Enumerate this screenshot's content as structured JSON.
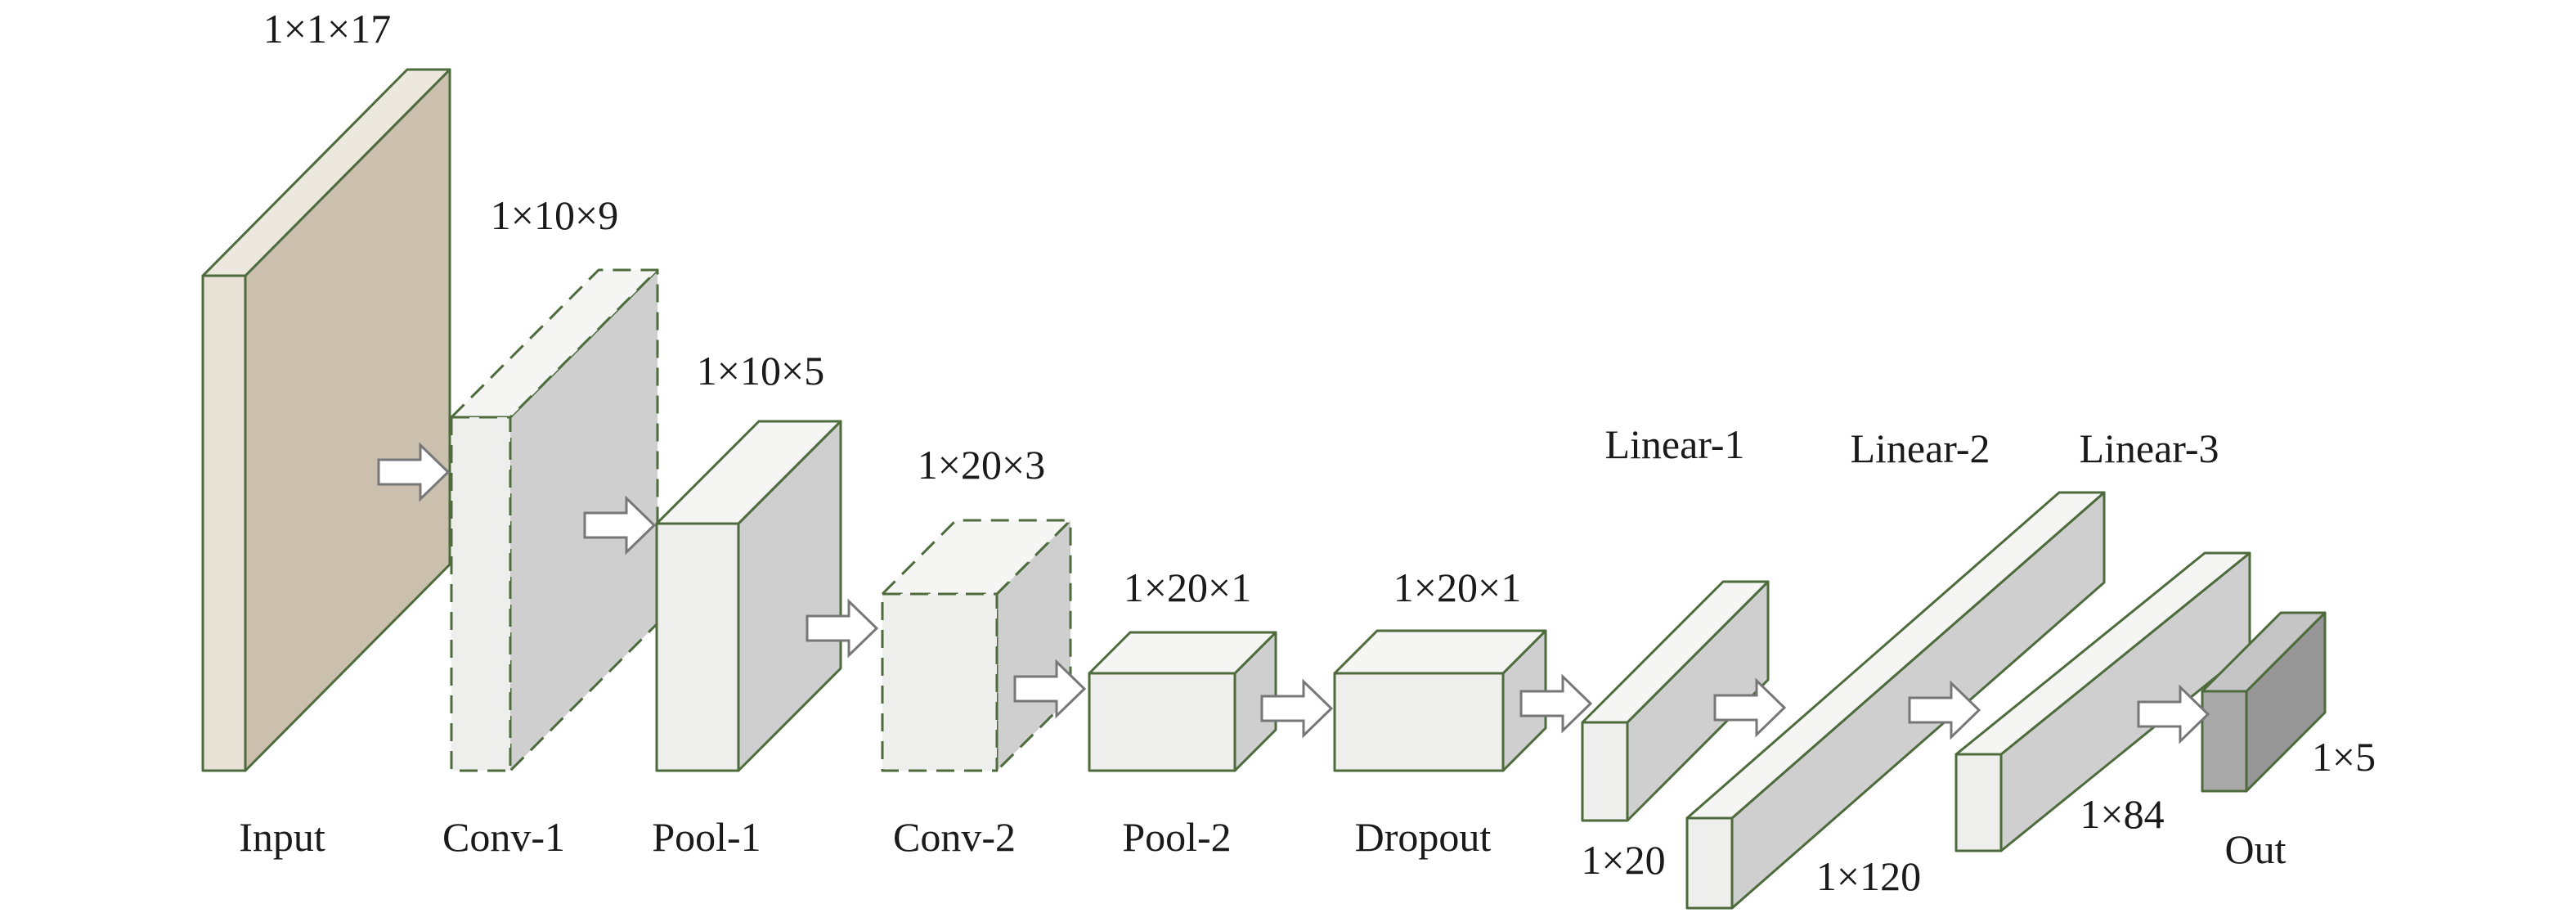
{
  "colors": {
    "edge": "#4d6b3c",
    "edge_light": "#6a8c55",
    "input_front": "#e8e1d6",
    "input_side": "#cbbfad",
    "input_top": "#ede8de",
    "box_front": "#eeeeec",
    "box_side": "#cfcfcf",
    "box_top": "#f5f5f3",
    "out_front": "#a9a9a9",
    "out_side": "#969696",
    "out_top": "#c5c5c5"
  },
  "layers": [
    {
      "id": "input",
      "name": "Input",
      "shape": "1×1×17",
      "dashed": false,
      "theme": "input"
    },
    {
      "id": "conv1",
      "name": "Conv-1",
      "shape": "1×10×9",
      "dashed": true,
      "theme": "box"
    },
    {
      "id": "pool1",
      "name": "Pool-1",
      "shape": "1×10×5",
      "dashed": false,
      "theme": "box"
    },
    {
      "id": "conv2",
      "name": "Conv-2",
      "shape": "1×20×3",
      "dashed": true,
      "theme": "box"
    },
    {
      "id": "pool2",
      "name": "Pool-2",
      "shape": "1×20×1",
      "dashed": false,
      "theme": "box"
    },
    {
      "id": "dropout",
      "name": "Dropout",
      "shape": "1×20×1",
      "dashed": false,
      "theme": "box"
    },
    {
      "id": "linear1",
      "name": "Linear-1",
      "shape": "1×20",
      "dashed": false,
      "theme": "box"
    },
    {
      "id": "linear2",
      "name": "Linear-2",
      "shape": "1×120",
      "dashed": false,
      "theme": "box"
    },
    {
      "id": "linear3",
      "name": "Linear-3",
      "shape": "1×84",
      "dashed": false,
      "theme": "box"
    },
    {
      "id": "out",
      "name": "Out",
      "shape": "1×5",
      "dashed": false,
      "theme": "out"
    }
  ]
}
